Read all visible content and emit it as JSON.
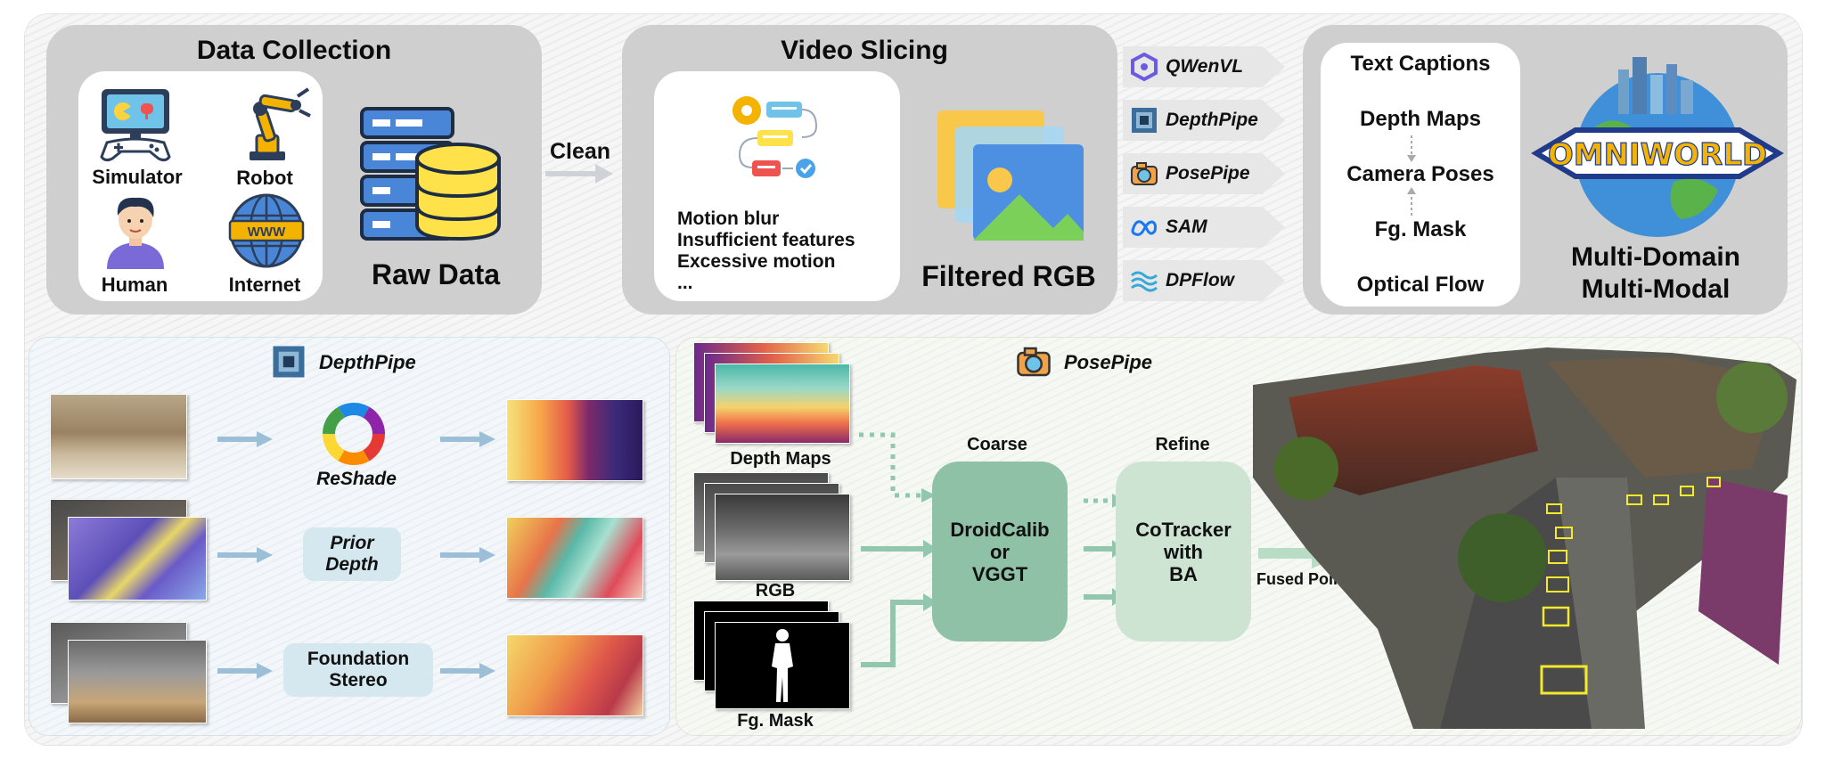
{
  "data_collection": {
    "title": "Data Collection",
    "sources": [
      "Simulator",
      "Robot",
      "Human",
      "Internet"
    ],
    "raw_label": "Raw Data",
    "web_badge": "WWW"
  },
  "clean_label": "Clean",
  "video_slicing": {
    "title": "Video Slicing",
    "criteria": [
      "Motion blur",
      "Insufficient features",
      "Excessive motion",
      "..."
    ],
    "output_label": "Filtered RGB"
  },
  "tools": [
    "QWenVL",
    "DepthPipe",
    "PosePipe",
    "SAM",
    "DPFlow"
  ],
  "modalities": [
    "Text Captions",
    "Depth Maps",
    "Camera Poses",
    "Fg. Mask",
    "Optical Flow"
  ],
  "omniworld": {
    "logo_text": "OMNIWORLD",
    "tagline_1": "Multi-Domain",
    "tagline_2": "Multi-Modal"
  },
  "depthpipe": {
    "title": "DepthPipe",
    "methods": [
      "ReShade",
      "Prior\nDepth",
      "Foundation\nStereo"
    ]
  },
  "posepipe": {
    "title": "PosePipe",
    "inputs": [
      "Depth Maps",
      "RGB",
      "Fg. Mask"
    ],
    "coarse_label": "Coarse",
    "refine_label": "Refine",
    "coarse_method": "DroidCalib\nor\nVGGT",
    "refine_method": "CoTracker\nwith\nBA",
    "output_label": "Fused Point Cloud"
  },
  "colors": {
    "panel_grey": "#cfcfcf",
    "coarse_green": "#8fc1a6",
    "refine_green": "#cde4d3",
    "arrow_blue": "#9cbfd7",
    "arrow_green": "#93c7ad"
  }
}
